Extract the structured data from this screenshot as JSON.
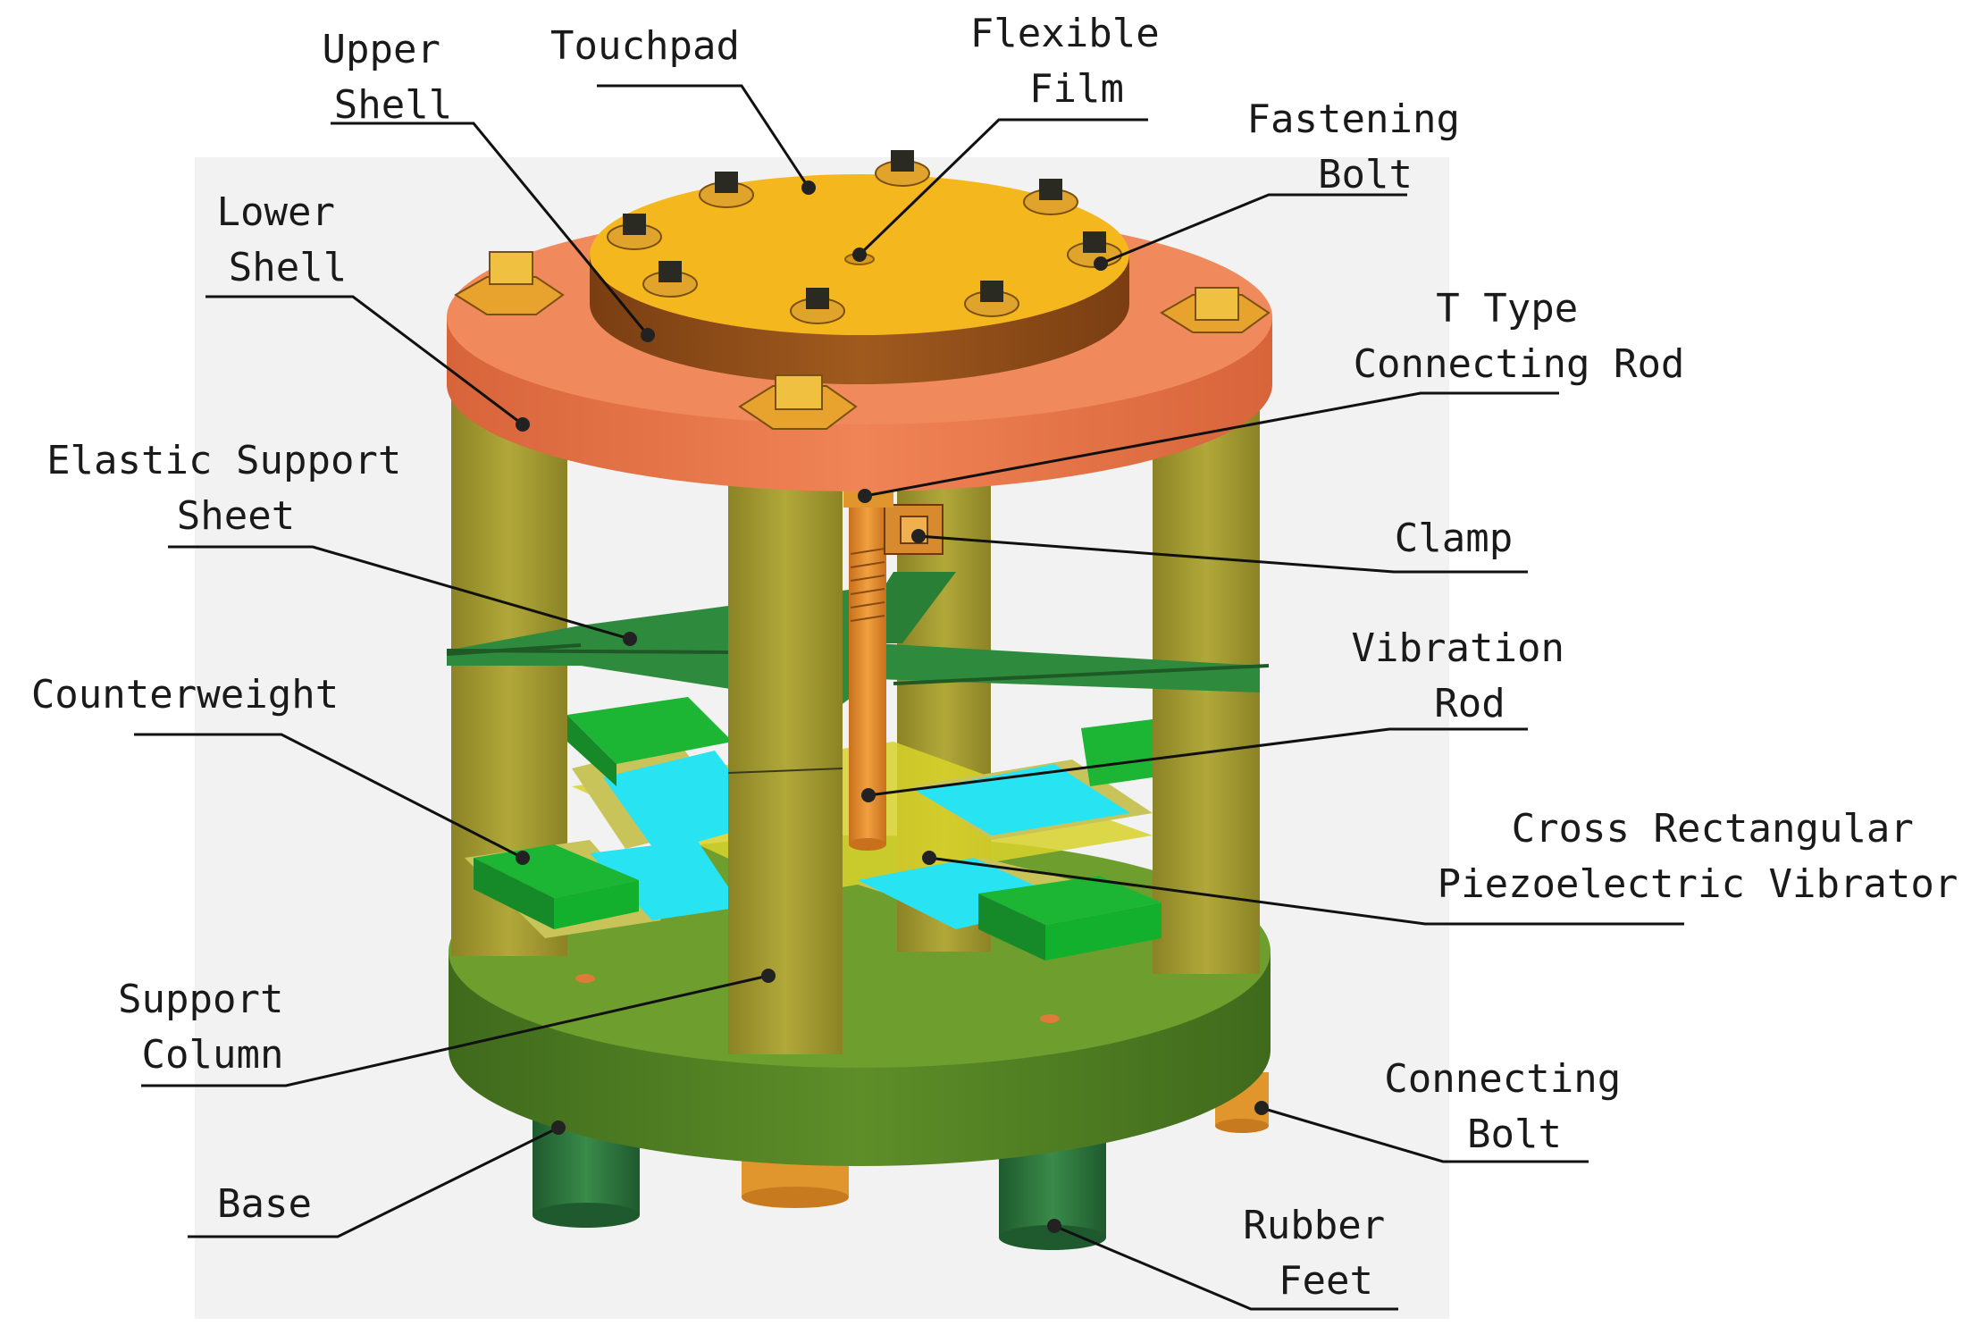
{
  "figure": {
    "labels": {
      "upper_shell": [
        "Upper",
        "Shell"
      ],
      "touchpad": [
        "Touchpad"
      ],
      "flexible_film": [
        "Flexible",
        "Film"
      ],
      "fastening_bolt": [
        "Fastening",
        "Bolt"
      ],
      "lower_shell": [
        "Lower",
        "Shell"
      ],
      "t_type_connecting_rod": [
        "T Type",
        "Connecting Rod"
      ],
      "elastic_support_sheet": [
        "Elastic Support",
        "Sheet"
      ],
      "clamp": [
        "Clamp"
      ],
      "vibration_rod": [
        "Vibration",
        "Rod"
      ],
      "counterweight": [
        "Counterweight"
      ],
      "cross_rectangular_piezoelectric_vibrator": [
        "Cross Rectangular",
        "Piezoelectric Vibrator"
      ],
      "support_column": [
        "Support",
        "Column"
      ],
      "connecting_bolt": [
        "Connecting",
        "Bolt"
      ],
      "base": [
        "Base"
      ],
      "rubber_feet": [
        "Rubber",
        "Feet"
      ]
    },
    "colors": {
      "touchpad": "#f2b81e",
      "touchpad_side": "#8a4a18",
      "lower_shell": "#f08a5a",
      "lower_shell_side": "#e07045",
      "support_column": "#a39a2e",
      "base_top": "#6a9a2a",
      "base_side": "#4a7a22",
      "rubber_feet": "#2a6a3a",
      "bolts": "#e8a02a",
      "counterweight": "#1fb33a",
      "piezo_plate": "#20e0f0",
      "elastic_sheet": "#2a8a3a",
      "rod": "#e08828",
      "background_panel": "#f2f2f2"
    }
  }
}
